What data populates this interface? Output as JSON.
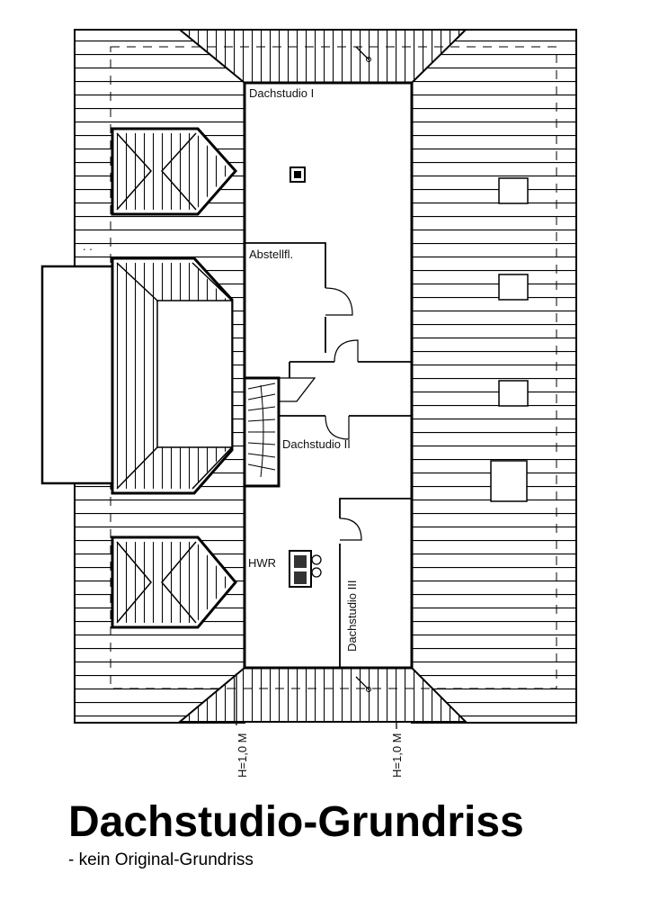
{
  "plan": {
    "rooms": {
      "dachstudio_1": "Dachstudio I",
      "abstellflaeche": "Abstellfl.",
      "dachstudio_2": "Dachstudio II",
      "hwr": "HWR",
      "dachstudio_3": "Dachstudio III"
    },
    "height_marks": [
      "H=1,0 M",
      "H=1,0 M"
    ],
    "line_color": "#000000",
    "background_color": "#ffffff"
  },
  "caption": {
    "title": "Dachstudio-Grundriss",
    "subtitle": "- kein Original-Grundriss"
  }
}
